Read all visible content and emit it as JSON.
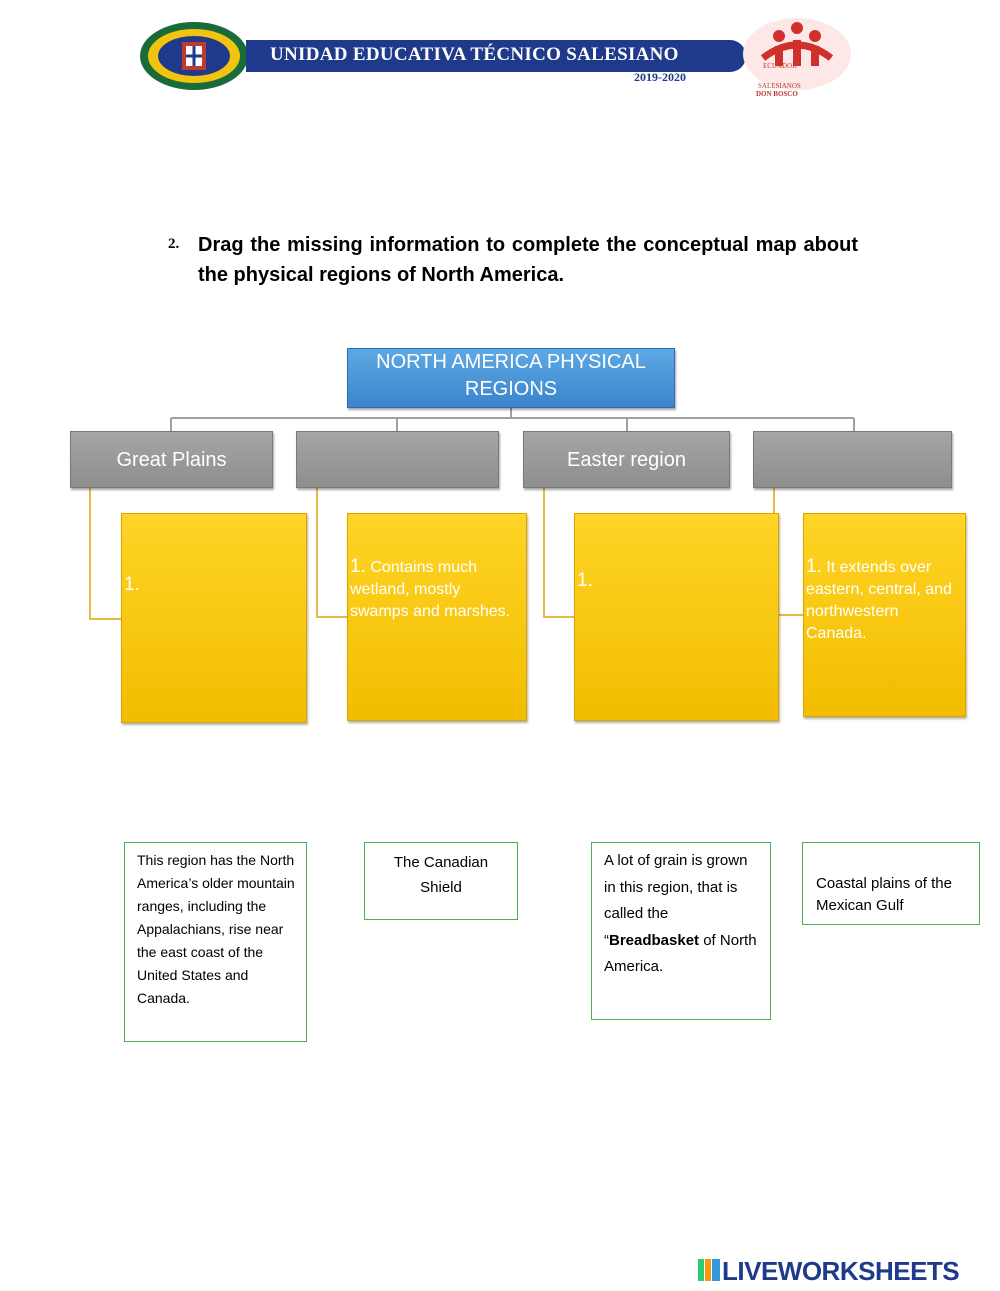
{
  "header": {
    "school_name": "UNIDAD EDUCATIVA TÉCNICO SALESIANO",
    "school_year": "2019-2020",
    "right_logo_top": "ECUADOR",
    "right_logo_sub1": "SALESIANOS",
    "right_logo_sub2": "DON BOSCO",
    "colors": {
      "banner": "#1f3a8a",
      "logo_red": "#d0302b"
    }
  },
  "question": {
    "number": "2.",
    "text": "Drag the missing information to complete the conceptual map about the physical regions of North America."
  },
  "concept_map": {
    "root": "NORTH AMERICA PHYSICAL REGIONS",
    "categories": [
      {
        "label": "Great Plains"
      },
      {
        "label": ""
      },
      {
        "label": "Easter region"
      },
      {
        "label": ""
      }
    ],
    "details": [
      {
        "number": "1.",
        "text": ""
      },
      {
        "number": "1.",
        "text": "Contains much wetland, mostly swamps and marshes."
      },
      {
        "number": "1.",
        "text": ""
      },
      {
        "number": "1.",
        "text": "It extends over eastern, central, and northwestern Canada."
      }
    ],
    "colors": {
      "root": "#4a97d8",
      "category": "#9a9a9a",
      "detail": "#ffc90e",
      "connector_gray": "#a0a0a0",
      "connector_gold": "#e6b84a"
    }
  },
  "options": [
    {
      "text": "This region has the North America’s older mountain ranges, including the Appalachians, rise near the east coast of the United States and Canada."
    },
    {
      "text": "The Canadian Shield"
    },
    {
      "text_before": "A lot of grain is grown in this region, that is called the “",
      "bold": "Breadbasket",
      "text_after": " of North America."
    },
    {
      "text": "Coastal plains of the Mexican Gulf"
    }
  ],
  "footer": {
    "brand": "LIVEWORKSHEETS"
  }
}
